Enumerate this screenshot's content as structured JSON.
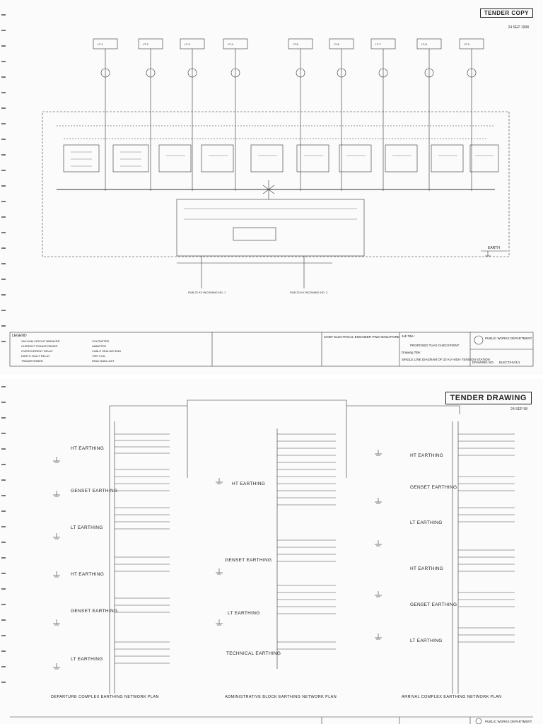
{
  "sheet1": {
    "stamp": "TENDER COPY",
    "date_code": "24 SEP 1998",
    "panels": [
      {
        "id": "p1",
        "feeder": "LT-1"
      },
      {
        "id": "p2",
        "feeder": "LT-2"
      },
      {
        "id": "p3",
        "feeder": "LT-3"
      },
      {
        "id": "p4",
        "feeder": "LT-4"
      },
      {
        "id": "p5",
        "feeder": "LT-5"
      },
      {
        "id": "p6",
        "feeder": "LT-6"
      },
      {
        "id": "p7",
        "feeder": "LT-7"
      },
      {
        "id": "p8",
        "feeder": "LT-8"
      },
      {
        "id": "p9",
        "feeder": "LT-9"
      }
    ],
    "earth_label": "EARTH",
    "incomer1": "PUB 22 KV INCOMING NO. 1",
    "incomer2": "PUB 22 KV INCOMING NO. 2",
    "legend_title": "LEGEND",
    "legend_items": [
      "VACUUM CIRCUIT BREAKER",
      "CURRENT TRANSFORMER",
      "OVERCURRENT RELAY",
      "EARTH FAULT RELAY",
      "TRANSFORMER",
      "VOLTMETER",
      "AMMETER",
      "CABLE SEALING END",
      "TRIP COIL",
      "RING MAIN UNIT"
    ],
    "title_block": {
      "chief_engineer": "CHIEF ELECTRICAL ENGINEER PWD SINGAPORE",
      "department": "PUBLIC WORKS DEPARTMENT",
      "job_title_label": "Job Title :",
      "job_title": "PROPOSED TUAS CHECKPOINT",
      "drawing_title_label": "Drawing Title :",
      "drawing_title": "SINGLE LINE DIAGRAM OF 22 KV HIGH TENSION STATION",
      "drawing_no_label": "DRAWING NO.",
      "drawing_no": "ELECT/HV/1/1"
    }
  },
  "sheet2": {
    "stamp": "TENDER DRAWING",
    "date_code": "24 SEP 98",
    "sections": {
      "left": [
        "HT EARTHING",
        "GENSET EARTHING",
        "LT EARTHING",
        "HT EARTHING",
        "GENSET EARTHING",
        "LT EARTHING"
      ],
      "middle": [
        "HT EARTHING",
        "GENSET EARTHING",
        "LT EARTHING",
        "TECHNICAL EARTHING"
      ],
      "right": [
        "HT EARTHING",
        "GENSET EARTHING",
        "LT EARTHING",
        "HT EARTHING",
        "GENSET EARTHING",
        "LT EARTHING"
      ]
    },
    "plan_titles": [
      "DEPARTURE COMPLEX EARTHING NETWORK PLAN",
      "ADMINISTRATIVE BLOCK EARTHING NETWORK PLAN",
      "ARRIVAL COMPLEX EARTHING NETWORK PLAN"
    ],
    "footer_department": "PUBLIC WORKS DEPARTMENT"
  },
  "colors": {
    "ink": "#222222",
    "paper": "#fbfbfb",
    "faint": "#666666"
  }
}
